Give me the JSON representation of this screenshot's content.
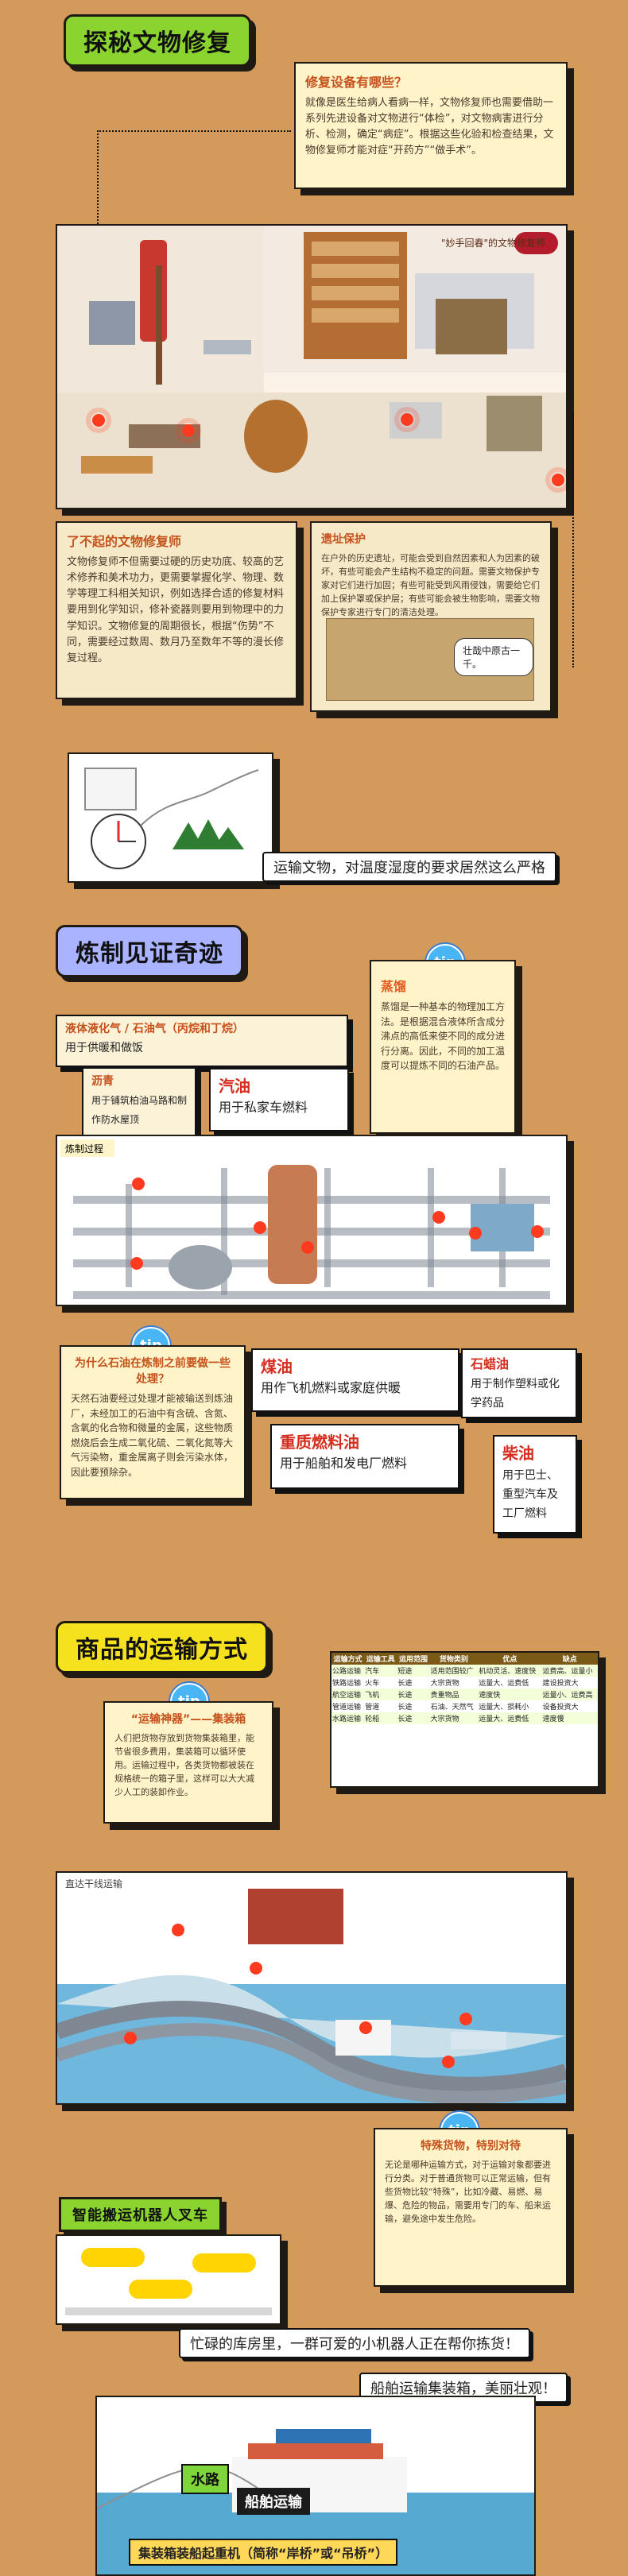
{
  "section1": {
    "title": "探秘文物修复",
    "box1": {
      "title": "修复设备有哪些？",
      "text": "就像是医生给病人看病一样，文物修复师也需要借助一系列先进设备对文物进行“体检”，对文物病害进行分析、检测，确定“病症”。根据这些化验和检查结果，文物修复师才能对症“开药方”“做手术”。"
    },
    "illustration_label": "\"妙手回春\"的文物修复师",
    "box2": {
      "title": "了不起的文物修复师",
      "text": "文物修复师不但需要过硬的历史功底、较高的艺术修养和美术功力，更需要掌握化学、物理、数学等理工科相关知识，例如选择合适的修复材料要用到化学知识，修补瓷器则要用到物理中的力学知识。文物修复的周期很长，根据“伤势”不同，需要经过数周、数月乃至数年不等的漫长修复过程。"
    },
    "box3": {
      "title": "遗址保护",
      "text": "在户外的历史遗址，可能会受到自然因素和人为因素的破坏，有些可能会产生结构不稳定的问题。需要文物保护专家对它们进行加固；有些可能受到风雨侵蚀，需要给它们加上保护罩或保护层；有些可能会被生物影响，需要文物保护专家进行专门的清洁处理。",
      "bubble": "壮哉中原古一千。"
    },
    "caption": "运输文物，对温度湿度的要求居然这么严格"
  },
  "section2": {
    "title": "炼制见证奇迹",
    "tip_icon": "tip",
    "distill": {
      "title": "蒸馏",
      "text": "蒸馏是一种基本的物理加工方法。是根据混合液体所含成分沸点的高低来使不同的成分进行分离。因此，不同的加工温度可以提炼不同的石油产品。"
    },
    "gas": {
      "title": "液体液化气 / 石油气（丙烷和丁烷）",
      "text": "用于供暖和做饭"
    },
    "asphalt": {
      "title": "沥青",
      "text": "用于铺筑柏油马路和制作防水屋顶"
    },
    "gasoline": {
      "title": "汽油",
      "text": "用于私家车燃料"
    },
    "diagram_label": "炼制过程",
    "tip2": {
      "title": "为什么石油在炼制之前要做一些处理？",
      "text": "天然石油要经过处理才能被输送到炼油厂，未经加工的石油中有含硫、含氮、含氧的化合物和微量的金属，这些物质燃烧后会生成二氧化硫、二氧化氮等大气污染物，重金属离子则会污染水体，因此要预除杂。"
    },
    "kerosene": {
      "title": "煤油",
      "text": "用作飞机燃料或家庭供暖"
    },
    "paraffin": {
      "title": "石蜡油",
      "text": "用于制作塑料或化学药品"
    },
    "heavy": {
      "title": "重质燃料油",
      "text": "用于船舶和发电厂燃料"
    },
    "diesel": {
      "title": "柴油",
      "text": "用于巴士、重型汽车及工厂燃料"
    }
  },
  "section3": {
    "title": "商品的运输方式",
    "container": {
      "title": "“运输神器”——集装箱",
      "text": "人们把货物存放到货物集装箱里，能节省很多费用，集装箱可以循环使用。运输过程中，各类货物都被装在规格统一的箱子里，这样可以大大减少人工的装卸作业。"
    },
    "table": {
      "headers": [
        "运输方式",
        "运输工具",
        "运用范围",
        "货物类别",
        "优点",
        "缺点"
      ],
      "rows": [
        [
          "公路运输",
          "汽车",
          "短途",
          "适用范围较广",
          "机动灵活、速度快",
          "运费高、运量小"
        ],
        [
          "铁路运输",
          "火车",
          "长途",
          "大宗货物",
          "运量大、运费低",
          "建设投资大"
        ],
        [
          "航空运输",
          "飞机",
          "长途",
          "贵重物品",
          "速度快",
          "运量小、运费高"
        ],
        [
          "管道运输",
          "管道",
          "长途",
          "石油、天然气",
          "运量大、损耗小",
          "设备投资大"
        ],
        [
          "水路运输",
          "轮船",
          "长途",
          "大宗货物",
          "运量大、运费低",
          "速度慢"
        ]
      ]
    },
    "scene_label": "直达干线运输",
    "special": {
      "title": "特殊货物，特别对待",
      "text": "无论是哪种运输方式，对于运输对象都要进行分类。对于普通货物可以正常运输，但有些货物比较“特殊”，比如冷藏、易燃、易爆、危险的物品，需要用专门的车、船来运输，避免途中发生危险。"
    },
    "robot_title": "智能搬运机器人叉车",
    "robot_caption": "忙碌的库房里，一群可爱的小机器人正在帮你拣货！",
    "ship_caption": "船舶运输集装箱，美丽壮观！",
    "water_label": "水路",
    "ship_label": "船舶运输",
    "bottom_text": "集装箱装船起重机（简称“岸桥”或“吊桥”）"
  },
  "colors": {
    "background": "#d39a5c",
    "green": "#8bd42f",
    "violet": "#a9b3ff",
    "yellow": "#f5e11d",
    "red_dot": "#ff3b1f"
  }
}
